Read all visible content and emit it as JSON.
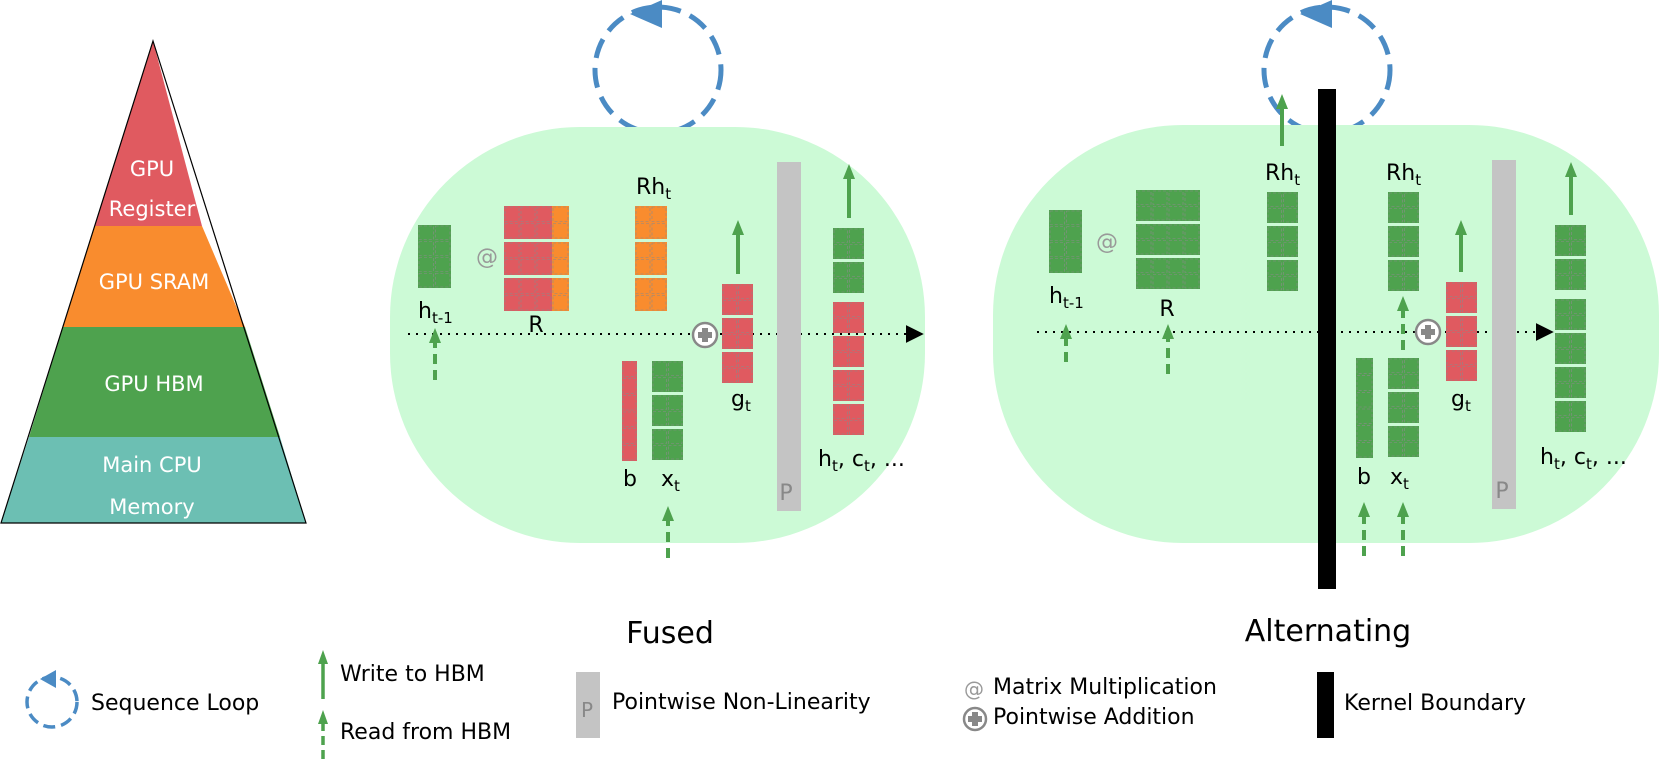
{
  "colors": {
    "register": "#e05a60",
    "sram": "#f98c2e",
    "hbm": "#4ea24e",
    "cpu_mem": "#6cbfb3",
    "bubble": "#ccfad6",
    "loop": "#4b8bc4",
    "nonlin": "#c4c4c4",
    "grid": "#8a8a8a"
  },
  "pyramid": {
    "levels": [
      {
        "line1": "GPU",
        "line2": "Register"
      },
      {
        "line1": "GPU SRAM",
        "line2": ""
      },
      {
        "line1": "GPU HBM",
        "line2": ""
      },
      {
        "line1": "Main CPU",
        "line2": "Memory"
      }
    ]
  },
  "fused": {
    "title": "Fused",
    "h_prev": {
      "base": "h",
      "sub": "t-1"
    },
    "matmul": "@",
    "r_label": "R",
    "rh": {
      "base": "Rh",
      "sub": "t"
    },
    "b_label": "b",
    "x": {
      "base": "x",
      "sub": "t"
    },
    "g": {
      "base": "g",
      "sub": "t"
    },
    "p_label": "P",
    "outputs": {
      "h": "h",
      "h_sub": "t",
      "c": "c",
      "c_sub": "t",
      "rest": ", ..."
    }
  },
  "alternating": {
    "title": "Alternating",
    "h_prev": {
      "base": "h",
      "sub": "t-1"
    },
    "matmul": "@",
    "r_label": "R",
    "rh_left": {
      "base": "Rh",
      "sub": "t"
    },
    "rh_right": {
      "base": "Rh",
      "sub": "t"
    },
    "b_label": "b",
    "x": {
      "base": "x",
      "sub": "t"
    },
    "g": {
      "base": "g",
      "sub": "t"
    },
    "p_label": "P",
    "outputs": {
      "h": "h",
      "h_sub": "t",
      "c": "c",
      "c_sub": "t",
      "rest": ", ..."
    }
  },
  "legend": {
    "sequence_loop": "Sequence Loop",
    "write_hbm": "Write to HBM",
    "read_hbm": "Read from HBM",
    "p_glyph": "P",
    "pointwise_nonlin": "Pointwise Non-Linearity",
    "matmul_glyph": "@",
    "matmul": "Matrix Multiplication",
    "pointwise_add": "Pointwise Addition",
    "kernel_boundary": "Kernel Boundary"
  }
}
